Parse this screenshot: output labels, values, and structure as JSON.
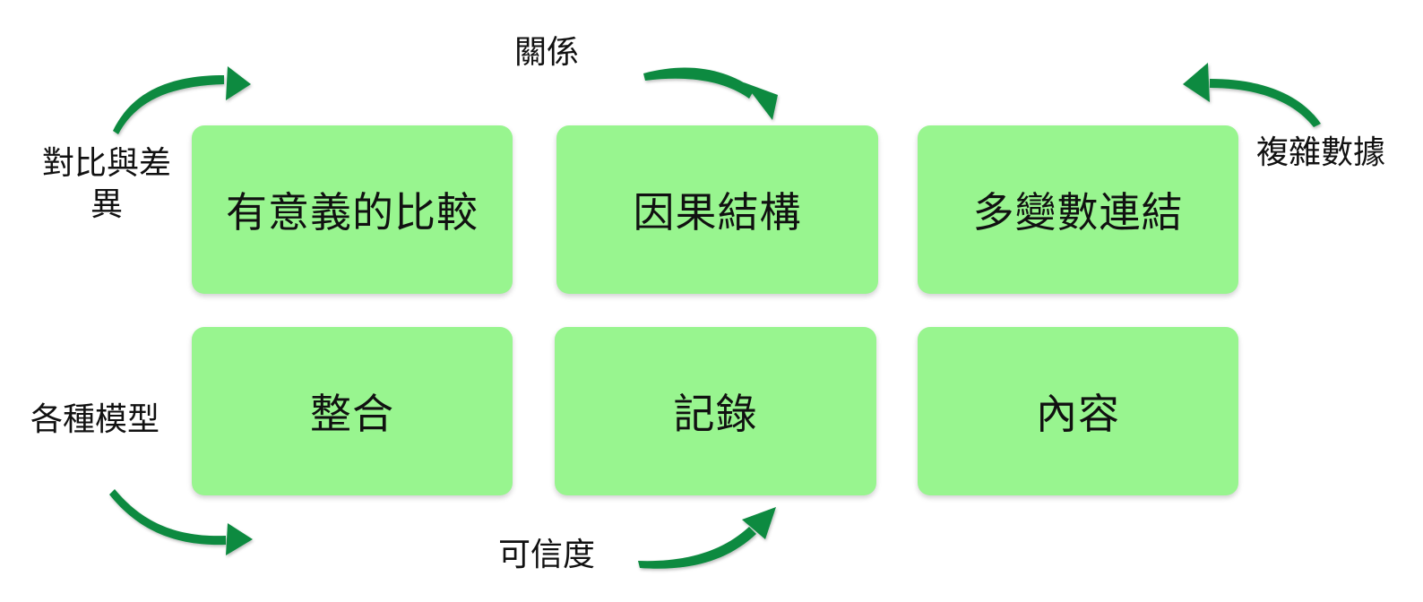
{
  "cards": [
    {
      "text": "有意義的比較"
    },
    {
      "text": "因果結構"
    },
    {
      "text": "多變數連結"
    },
    {
      "text": "整合"
    },
    {
      "text": "記錄"
    },
    {
      "text": "內容"
    }
  ],
  "labels": {
    "contrast_line1": "對比與差",
    "contrast_line2": "異",
    "relations": "關係",
    "complex_data": "複雜數據",
    "models": "各種模型",
    "credibility": "可信度"
  },
  "colors": {
    "card_fill": "#98f58f",
    "arrow": "#0b8a3f",
    "text": "#111111"
  }
}
